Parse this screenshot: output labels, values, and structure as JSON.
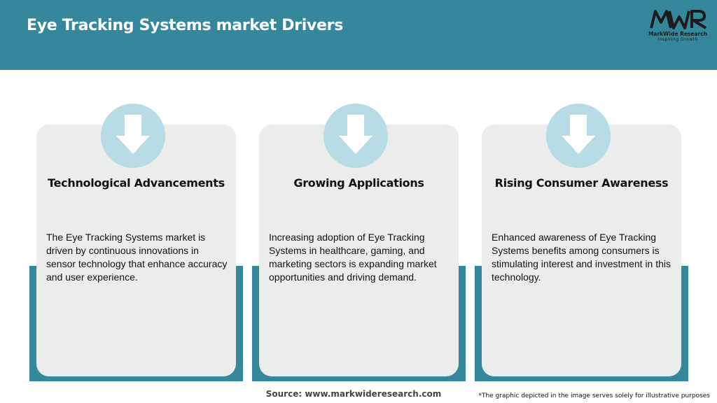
{
  "header": {
    "title": "Eye Tracking Systems market Drivers"
  },
  "logo": {
    "mark": "MWR",
    "name": "MarkWide Research",
    "tagline": "Inspiring Growth"
  },
  "cards": [
    {
      "icon": "down-arrow-icon",
      "title": "Technological Advancements",
      "body": "The Eye Tracking Systems market is driven by continuous innovations in sensor technology that enhance accuracy and user experience."
    },
    {
      "icon": "down-arrow-icon",
      "title": "Growing Applications",
      "body": "Increasing adoption of Eye Tracking Systems in healthcare, gaming, and marketing sectors is expanding market opportunities and driving demand."
    },
    {
      "icon": "down-arrow-icon",
      "title": "Rising Consumer Awareness",
      "body": "Enhanced awareness of Eye Tracking Systems benefits among consumers is stimulating interest and investment in this technology."
    }
  ],
  "footer": {
    "source": "Source: www.markwideresearch.com",
    "disclaimer": "*The graphic depicted in the image serves solely for illustrative purposes"
  },
  "colors": {
    "header_bg": "#35889b",
    "card_bg": "#ebeded",
    "icon_circle": "#b8dce6",
    "accent_shadow": "#35889b"
  }
}
